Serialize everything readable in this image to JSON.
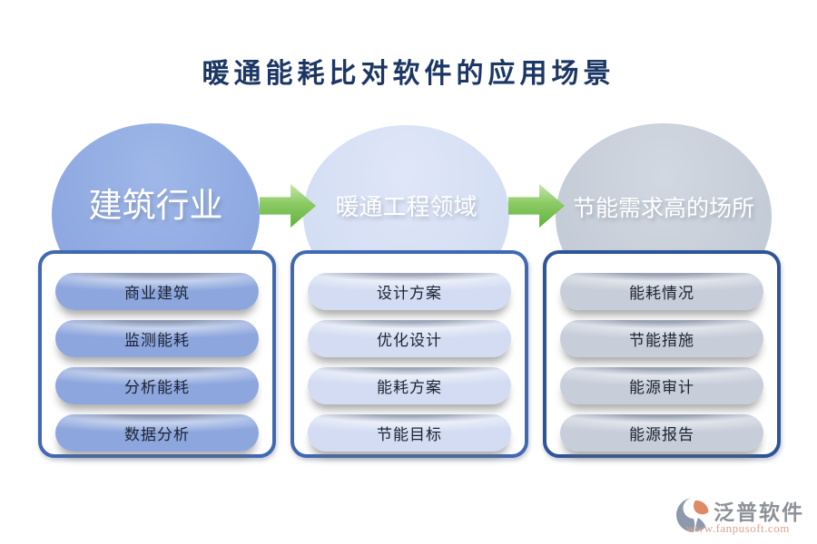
{
  "title": "暖通能耗比对软件的应用场景",
  "title_color": "#1d3765",
  "arrow_colors": {
    "light": "#c8e6ae",
    "dark": "#5eb33a"
  },
  "columns": [
    {
      "circle_label": "建筑行业",
      "items": [
        "商业建筑",
        "监测能耗",
        "分析能耗",
        "数据分析"
      ],
      "colors": {
        "circle": "#8ea9e1",
        "circle_light": "#9fb7e8",
        "pill": "#8da6dd",
        "pill_hi": "#ccd7f1",
        "pill_text": "#1c2433",
        "border": "#4169b2"
      }
    },
    {
      "circle_label": "暖通工程领域",
      "items": [
        "设计方案",
        "优化设计",
        "能耗方案",
        "节能目标"
      ],
      "colors": {
        "circle": "#d4def3",
        "circle_light": "#dfe6f8",
        "pill": "#d3dcf2",
        "pill_hi": "#eef2fa",
        "pill_text": "#1c2433",
        "border": "#4169b2"
      }
    },
    {
      "circle_label": "节能需求高的场所",
      "items": [
        "能耗情况",
        "节能措施",
        "能源审计",
        "能源报告"
      ],
      "colors": {
        "circle": "#c4ccd7",
        "circle_light": "#d2d8e1",
        "pill": "#c7ced9",
        "pill_hi": "#e5e9ef",
        "pill_text": "#1c2433",
        "border": "#2e5499"
      }
    }
  ],
  "footer": {
    "brand": "泛普软件",
    "url": "www.fanpusoft.com",
    "brand_color": "#8e9298",
    "url_color": "#e0a294",
    "icon_gray": "#8d99ab",
    "icon_orange": "#df8a62"
  }
}
